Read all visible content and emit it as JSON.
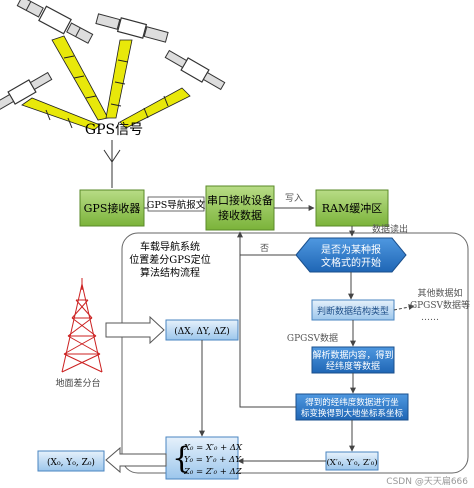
{
  "gps_signal_label": "GPS信号",
  "gps_receiver_label": "GPS接收器",
  "gps_nav_message_label": "GPS导航报文",
  "serial_box_line1": "串口接收设备",
  "serial_box_line2": "接收数据",
  "write_in_label": "写入",
  "ram_buffer_label": "RAM缓冲区",
  "data_read_label": "数据读出",
  "system_title_line1": "车载导航系统",
  "system_title_line2": "位置差分GPS定位",
  "system_title_line3": "算法结构流程",
  "check_box_line1": "是否为某种报",
  "check_box_line2": "文格式的开始",
  "no_label": "否",
  "judge_type_label": "判断数据结构类型",
  "other_data_line1": "其他数据如",
  "other_data_line2": "GPGSV数据等",
  "other_data_line3": "……",
  "gpgsv_label": "GPGSV数据",
  "parse_line1": "解析数据内容，得到",
  "parse_line2": "经纬度等数据",
  "transform_line1": "得到的经纬度数据进行坐",
  "transform_line2": "标变换得到大地坐标系坐标",
  "base_station_label": "地面差分台",
  "delta_label": "(ΔX, ΔY, ΔZ)",
  "eq_line1": "X₀ = X′₀ + ΔX",
  "eq_line2": "Y₀ = Y′₀ + ΔY",
  "eq_line3": "Z₀ = Z′₀ + ΔZ",
  "raw_coord_label": "(X′₀, Y′₀, Z′₀)",
  "output_coord_label": "(X₀, Y₀, Z₀)",
  "watermark": "CSDN @天天扁666",
  "colors": {
    "green": "#8cc24a",
    "blue": "#2e7bcc",
    "light_blue": "#cfe3f5",
    "gray_line": "#555555",
    "satellite_yellow": "#e8e80a"
  }
}
